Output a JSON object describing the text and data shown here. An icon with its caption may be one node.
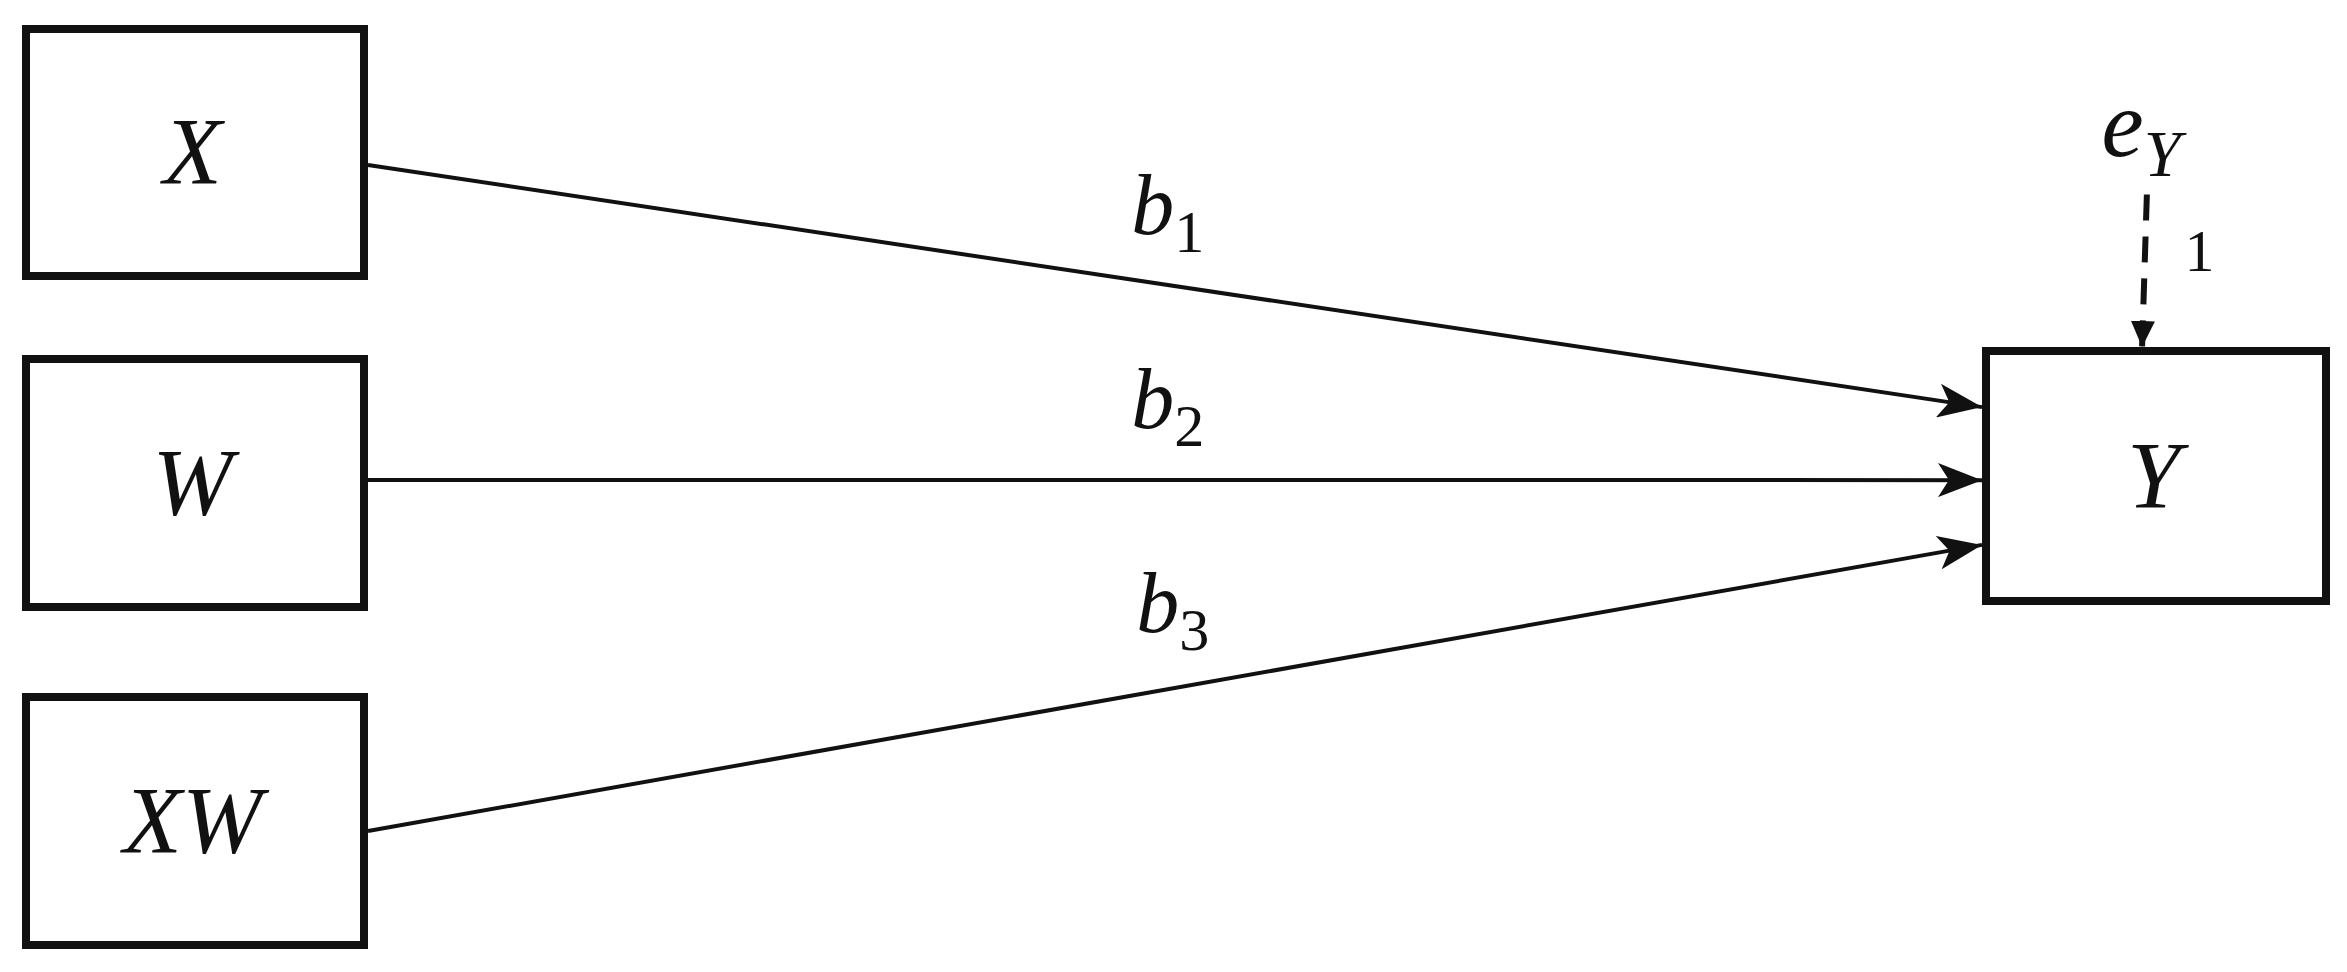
{
  "diagram": {
    "nodes": [
      {
        "text": [
          "X"
        ]
      },
      {
        "text": [
          "W"
        ]
      },
      {
        "text": [
          "XW"
        ]
      },
      {
        "text": [
          "Y"
        ]
      },
      {
        "text": [
          "e$_{Y}$"
        ]
      }
    ],
    "edges": [
      {
        "from": 0,
        "to": 3,
        "arrow": "to",
        "label": "*b*$_{1}$"
      },
      {
        "from": 1,
        "to": 3,
        "arrow": "to",
        "label": "*b*$_{2}$"
      },
      {
        "from": 2,
        "to": 3,
        "arrow": "to",
        "label": "*b*$_{3}$"
      },
      {
        "from": 4,
        "to": 3,
        "arrow": "to",
        "label": "1",
        "style": "dashed"
      }
    ]
  }
}
